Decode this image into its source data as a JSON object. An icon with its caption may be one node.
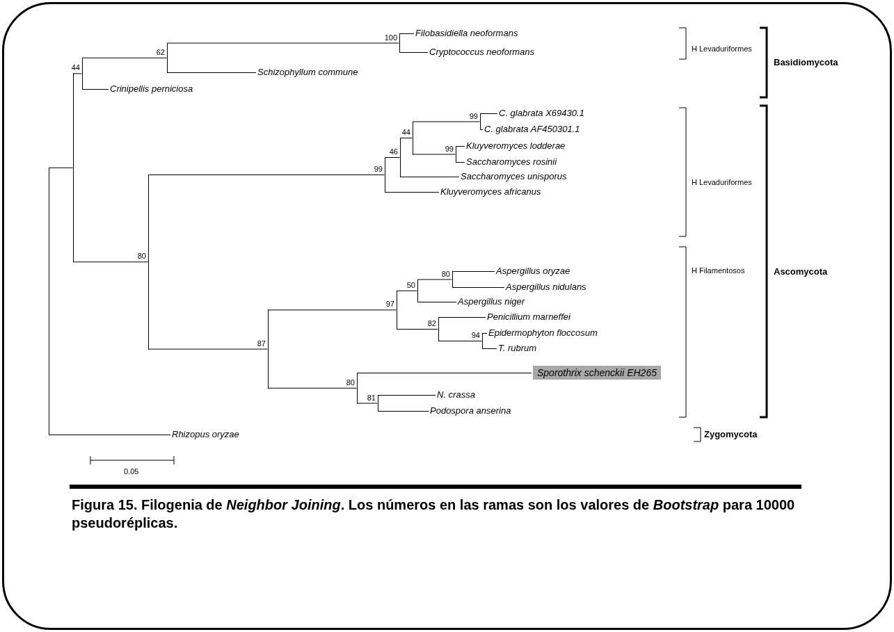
{
  "diagram": {
    "caption": "Figura 15. Filogenia de *Neighbor Joining*. Los números en las ramas son los valores de *Bootstrap* para 10000 pseudoréplicas.",
    "nodes": [
      {
        "text": [],
        "shape": "bar"
      },
      {
        "text": [],
        "shape": "bar"
      },
      {
        "text": [],
        "shape": "bar",
        "beside": [
          "44"
        ]
      },
      {
        "text": [],
        "shape": "bar",
        "beside": [
          "62"
        ]
      },
      {
        "text": [],
        "shape": "bar",
        "beside": [
          "100"
        ]
      },
      {
        "text": [
          "Filobasidiella neoformans"
        ]
      },
      {
        "text": [
          "Cryptococcus neoformans"
        ]
      },
      {
        "text": [
          "Schizophyllum commune"
        ]
      },
      {
        "text": [
          "Crinipellis perniciosa"
        ]
      },
      {
        "text": [],
        "shape": "bar",
        "beside": [
          "80"
        ]
      },
      {
        "text": [],
        "shape": "bar",
        "beside": [
          "99"
        ]
      },
      {
        "text": [],
        "shape": "bar",
        "beside": [
          "46"
        ]
      },
      {
        "text": [],
        "shape": "bar",
        "beside": [
          "44"
        ]
      },
      {
        "text": [],
        "shape": "bar",
        "beside": [
          "99"
        ]
      },
      {
        "text": [
          "C. glabrata X69430.1"
        ]
      },
      {
        "text": [
          "C. glabrata AF450301.1"
        ]
      },
      {
        "text": [],
        "shape": "bar",
        "beside": [
          "99"
        ]
      },
      {
        "text": [
          "Kluyveromyces lodderae"
        ]
      },
      {
        "text": [
          "Saccharomyces rosinii"
        ]
      },
      {
        "text": [
          "Saccharomyces unisporus"
        ]
      },
      {
        "text": [
          "Kluyveromyces africanus"
        ]
      },
      {
        "text": [],
        "shape": "bar",
        "beside": [
          "87"
        ]
      },
      {
        "text": [],
        "shape": "bar",
        "beside": [
          "97"
        ]
      },
      {
        "text": [],
        "shape": "bar",
        "beside": [
          "50"
        ]
      },
      {
        "text": [],
        "shape": "bar",
        "beside": [
          "80"
        ]
      },
      {
        "text": [
          "Aspergillus oryzae"
        ]
      },
      {
        "text": [
          "Aspergillus nidulans"
        ]
      },
      {
        "text": [
          "Aspergillus niger"
        ]
      },
      {
        "text": [],
        "shape": "bar",
        "beside": [
          "82"
        ]
      },
      {
        "text": [
          "Penicillium marneffei"
        ]
      },
      {
        "text": [],
        "shape": "bar",
        "beside": [
          "94"
        ]
      },
      {
        "text": [
          "Epidermophyton floccosum"
        ]
      },
      {
        "text": [
          "T. rubrum"
        ]
      },
      {
        "text": [],
        "shape": "bar",
        "beside": [
          "80"
        ]
      },
      {
        "text": [
          "Sporothrix schenckii EH265"
        ]
      },
      {
        "text": [],
        "shape": "bar",
        "beside": [
          "81"
        ]
      },
      {
        "text": [
          "N. crassa"
        ]
      },
      {
        "text": [
          "Podospora anserina"
        ]
      },
      {
        "text": [
          "Rhizopus oryzae"
        ]
      }
    ],
    "edges": [
      {
        "from": 0,
        "to": 1,
        "arrow": "none"
      },
      {
        "from": 0,
        "to": 38,
        "arrow": "none"
      },
      {
        "from": 1,
        "to": 2,
        "arrow": "none"
      },
      {
        "from": 1,
        "to": 9,
        "arrow": "none"
      },
      {
        "from": 2,
        "to": 3,
        "arrow": "none"
      },
      {
        "from": 2,
        "to": 8,
        "arrow": "none"
      },
      {
        "from": 3,
        "to": 4,
        "arrow": "none"
      },
      {
        "from": 3,
        "to": 7,
        "arrow": "none"
      },
      {
        "from": 4,
        "to": 5,
        "arrow": "none"
      },
      {
        "from": 4,
        "to": 6,
        "arrow": "none"
      },
      {
        "from": 9,
        "to": 10,
        "arrow": "none"
      },
      {
        "from": 9,
        "to": 21,
        "arrow": "none"
      },
      {
        "from": 10,
        "to": 11,
        "arrow": "none"
      },
      {
        "from": 10,
        "to": 20,
        "arrow": "none"
      },
      {
        "from": 11,
        "to": 12,
        "arrow": "none"
      },
      {
        "from": 11,
        "to": 19,
        "arrow": "none"
      },
      {
        "from": 12,
        "to": 13,
        "arrow": "none"
      },
      {
        "from": 12,
        "to": 16,
        "arrow": "none"
      },
      {
        "from": 13,
        "to": 14,
        "arrow": "none"
      },
      {
        "from": 13,
        "to": 15,
        "arrow": "none"
      },
      {
        "from": 16,
        "to": 17,
        "arrow": "none"
      },
      {
        "from": 16,
        "to": 18,
        "arrow": "none"
      },
      {
        "from": 21,
        "to": 22,
        "arrow": "none"
      },
      {
        "from": 21,
        "to": 33,
        "arrow": "none"
      },
      {
        "from": 22,
        "to": 23,
        "arrow": "none"
      },
      {
        "from": 22,
        "to": 28,
        "arrow": "none"
      },
      {
        "from": 23,
        "to": 24,
        "arrow": "none"
      },
      {
        "from": 23,
        "to": 27,
        "arrow": "none"
      },
      {
        "from": 24,
        "to": 25,
        "arrow": "none"
      },
      {
        "from": 24,
        "to": 26,
        "arrow": "none"
      },
      {
        "from": 28,
        "to": 29,
        "arrow": "none"
      },
      {
        "from": 28,
        "to": 30,
        "arrow": "none"
      },
      {
        "from": 30,
        "to": 31,
        "arrow": "none"
      },
      {
        "from": 30,
        "to": 32,
        "arrow": "none"
      },
      {
        "from": 33,
        "to": 34,
        "arrow": "none"
      },
      {
        "from": 33,
        "to": 35,
        "arrow": "none"
      },
      {
        "from": 35,
        "to": 36,
        "arrow": "none"
      },
      {
        "from": 35,
        "to": 37,
        "arrow": "none"
      }
    ],
    "labels": [
      "H Levaduriformes",
      "Basidiomycota",
      "H Levaduriformes",
      "H Filamentosos",
      "Ascomycota",
      "Zygomycota",
      "0.05"
    ]
  }
}
